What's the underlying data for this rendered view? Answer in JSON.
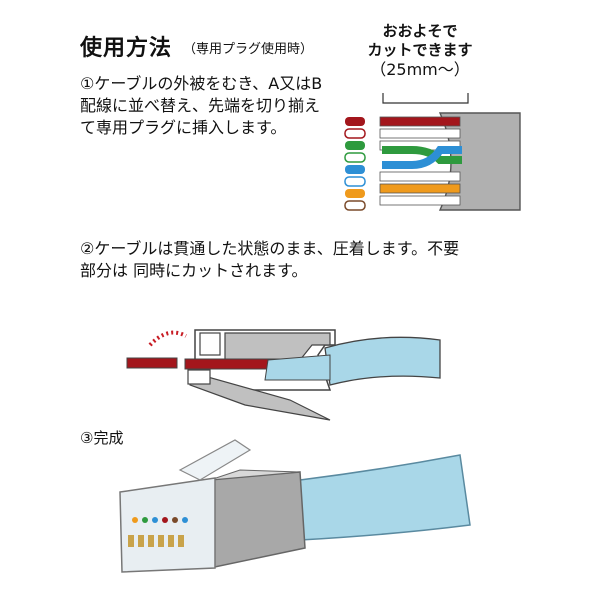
{
  "instructions": {
    "title": "使用方法",
    "title_note": "（専用プラグ使用時）",
    "step1_text": "①ケーブルの外被をむき、A又はB配線に並べ替え、先端を切り揃えて専用プラグに挿入します。",
    "step2_text": "②ケーブルは貫通した状態のまま、圧着します。不要部分は 同時にカットされます。",
    "step3_text": "③完成"
  },
  "callout": {
    "line1": "おおよそで",
    "line2": "カットできます",
    "measure": "（25mm～）"
  },
  "colors": {
    "jacket": "#b0b0b0",
    "cable_blue": "#a9d7e8",
    "red_wire": "#a3161c",
    "green_wire": "#2e9a3e",
    "blue_wire": "#2d8fd5",
    "orange_wire": "#ef9a1c",
    "brown_wire": "#7a4a2a"
  }
}
